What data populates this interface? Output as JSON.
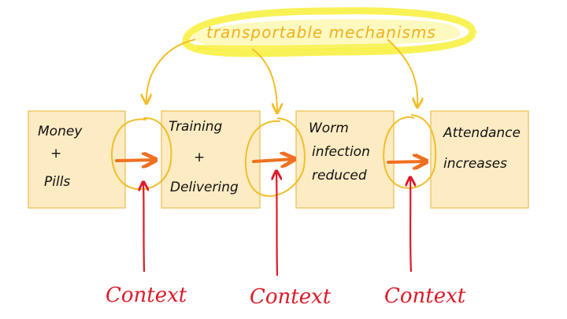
{
  "colors": {
    "box_fill": "#fdebc3",
    "box_stroke": "#eec86a",
    "highlight": "#f8f03a",
    "circle_stroke": "#f2be27",
    "arrow_orange": "#f07020",
    "context_red": "#dc1a28",
    "ink": "#111111"
  },
  "mechanisms_label": "transportable mechanisms",
  "boxes": [
    {
      "lines": [
        "Money",
        "+",
        "Pills"
      ]
    },
    {
      "lines": [
        "Training",
        "+",
        "Delivering"
      ]
    },
    {
      "lines": [
        "Worm",
        "infection",
        "reduced"
      ]
    },
    {
      "lines": [
        "Attendance",
        "increases"
      ]
    }
  ],
  "contexts": [
    "Context",
    "Context",
    "Context"
  ]
}
